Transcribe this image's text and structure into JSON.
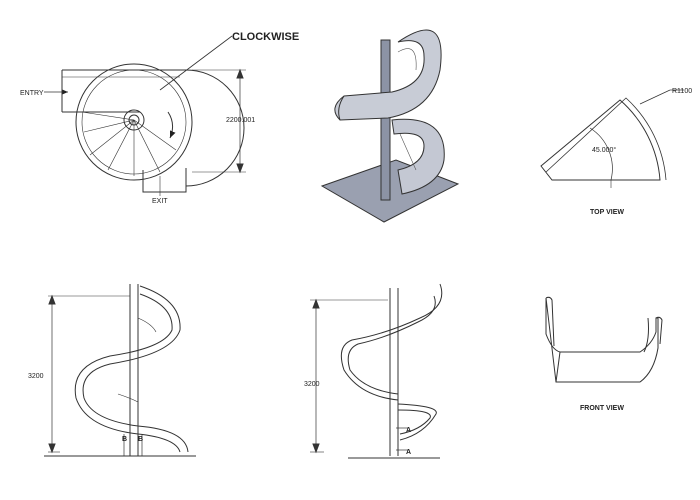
{
  "top_plan": {
    "direction_label": "CLOCKWISE",
    "entry_label": "ENTRY",
    "exit_label": "EXIT",
    "height_dim": "2200.001"
  },
  "top_view": {
    "title": "TOP VIEW",
    "radius_label": "R1100",
    "angle_label": "45.000°"
  },
  "front_view": {
    "title": "FRONT VIEW"
  },
  "elevation_left": {
    "height_dim": "3200",
    "section_label_1": "B",
    "section_label_2": "B"
  },
  "elevation_right": {
    "height_dim": "3200",
    "section_label_1": "A",
    "section_label_2": "A"
  }
}
